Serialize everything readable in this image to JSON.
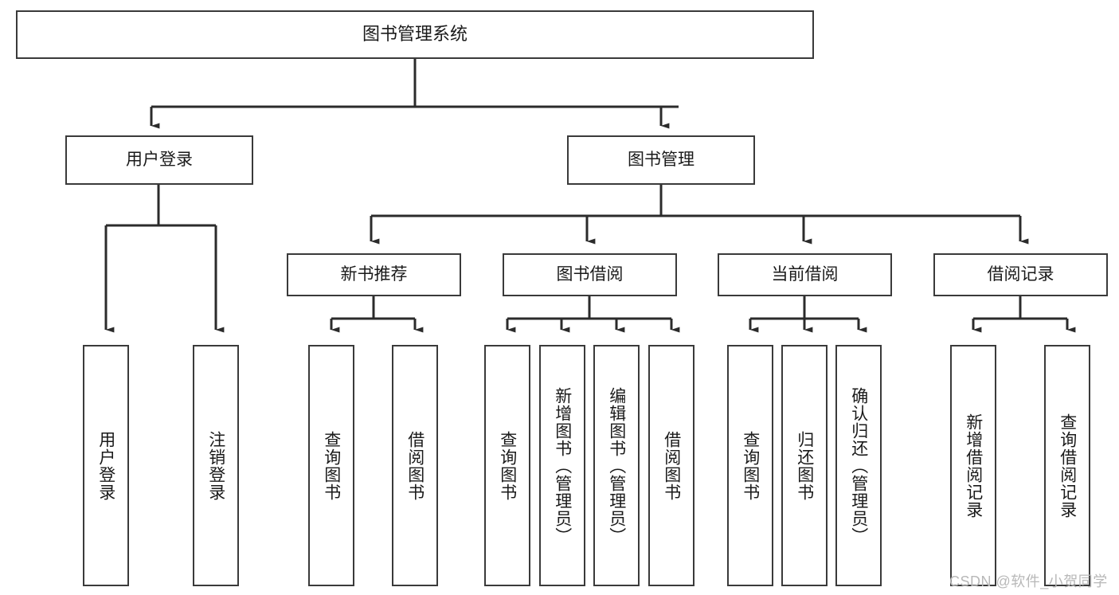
{
  "diagram": {
    "title": "图书管理系统",
    "type": "tree-hierarchy",
    "watermark": "CSDN @软件_小贺同学",
    "colors": {
      "box_border": "#3a3a3a",
      "box_fill": "#ffffff",
      "connector": "#2b2b2b",
      "text": "#1a1a1a",
      "watermark": "#b8b8b8",
      "background": "#ffffff"
    }
  },
  "nodes": {
    "root": {
      "label": "图书管理系统"
    },
    "level1": [
      {
        "label": "用户登录"
      },
      {
        "label": "图书管理"
      }
    ],
    "level2": [
      {
        "label": "新书推荐"
      },
      {
        "label": "图书借阅"
      },
      {
        "label": "当前借阅"
      },
      {
        "label": "借阅记录"
      }
    ],
    "leaves": {
      "user_login": [
        {
          "label": "用户登录"
        },
        {
          "label": "注销登录"
        }
      ],
      "new_book_recommend": [
        {
          "label": "查询图书"
        },
        {
          "label": "借阅图书"
        }
      ],
      "book_borrow": [
        {
          "label": "查询图书"
        },
        {
          "label": "新增图书（管理员）"
        },
        {
          "label": "编辑图书（管理员）"
        },
        {
          "label": "借阅图书"
        }
      ],
      "current_borrow": [
        {
          "label": "查询图书"
        },
        {
          "label": "归还图书"
        },
        {
          "label": "确认归还（管理员）"
        }
      ],
      "borrow_record": [
        {
          "label": "新增借阅记录"
        },
        {
          "label": "查询借阅记录"
        }
      ]
    }
  }
}
